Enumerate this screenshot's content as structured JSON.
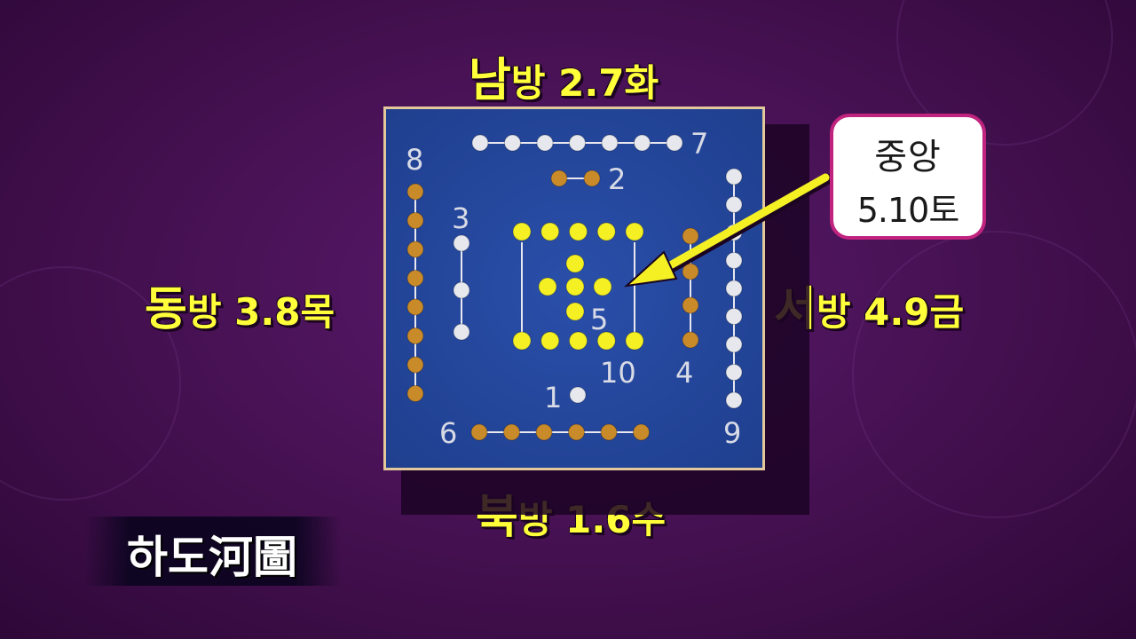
{
  "directions": {
    "south": {
      "char": "남",
      "rest": "방 2.7화"
    },
    "east": {
      "char": "동",
      "rest": "방 3.8목"
    },
    "west": {
      "char": "서",
      "rest": "방 4.9금"
    },
    "north": {
      "char": "북",
      "rest": "방 1.6수"
    }
  },
  "callout": {
    "line1": "중앙",
    "line2": "5.10토"
  },
  "title": "하도河圖",
  "board_numbers": {
    "n1": "1",
    "n2": "2",
    "n3": "3",
    "n4": "4",
    "n5": "5",
    "n6": "6",
    "n7": "7",
    "n8": "8",
    "n9": "9",
    "n10": "10"
  },
  "colors": {
    "yang_dot": "#e6e8ee",
    "yin_dot": "#c98a2a",
    "center_dot": "#f4f024",
    "label_yellow": "#ffff3a",
    "board_blue": "#2248a0",
    "callout_border": "#c1247f",
    "arrow": "#f4f024"
  }
}
